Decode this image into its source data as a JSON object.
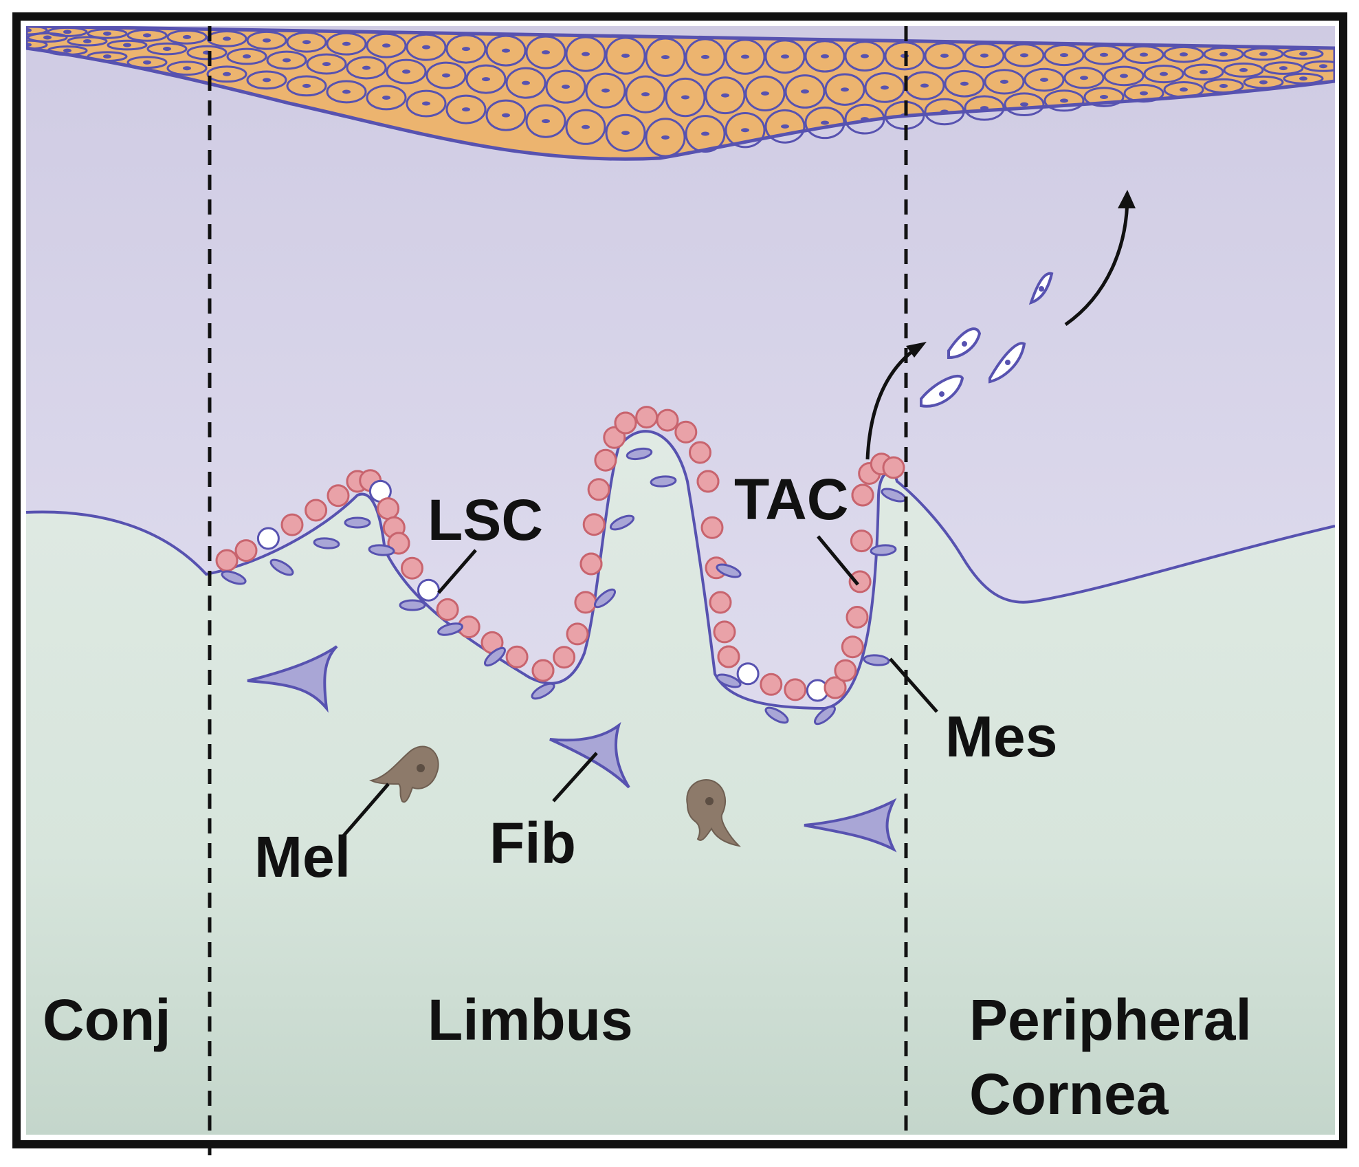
{
  "regions": {
    "conj": "Conj",
    "limbus": "Limbus",
    "peripheral_line1": "Peripheral",
    "peripheral_line2": "Cornea"
  },
  "cells": {
    "lsc": "LSC",
    "tac": "TAC",
    "mes": "Mes",
    "mel": "Mel",
    "fib": "Fib"
  },
  "colors": {
    "frame": "#111111",
    "divider": "#111111",
    "epithelium_fill": "#d9d5e8",
    "stroma_fill": "#d3e2d8",
    "membrane": "#5752b0",
    "superficial_cells": "#ecb46f",
    "basal_cells": "#e9a2a8",
    "melanocyte": "#8d7a6a",
    "label": "#111111"
  },
  "icons": {
    "migration_arrow": "curved-arrow-icon",
    "lsc_cell": "stem-cell-icon",
    "tac_cell": "transit-amplifying-cell-icon",
    "fibroblast": "fibroblast-icon",
    "melanocyte": "melanocyte-icon"
  }
}
